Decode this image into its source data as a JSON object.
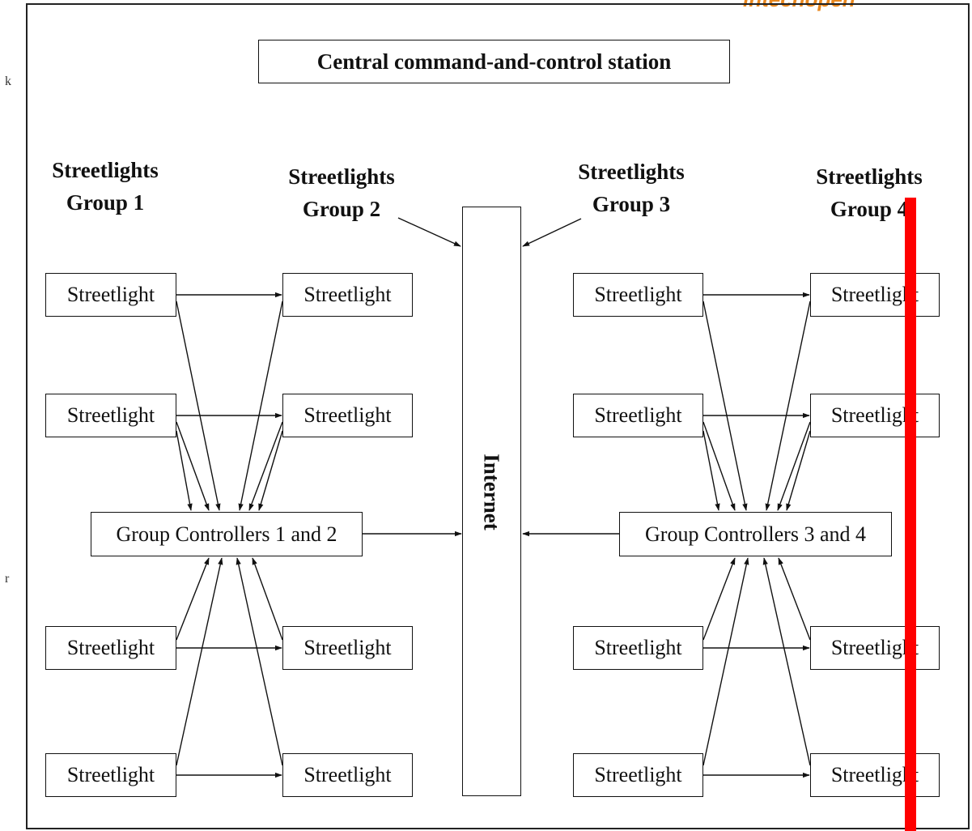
{
  "diagram": {
    "logo_text": "intechopen",
    "margin_glyphs": [
      "k",
      "r"
    ],
    "title": "Central command-and-control station",
    "internet": "Internet",
    "groups": [
      {
        "line1": "Streetlights",
        "line2": "Group 1"
      },
      {
        "line1": "Streetlights",
        "line2": "Group 2"
      },
      {
        "line1": "Streetlights",
        "line2": "Group 3"
      },
      {
        "line1": "Streetlights",
        "line2": "Group 4"
      }
    ],
    "streetlight_label": "Streetlight",
    "controllers": [
      {
        "label": "Group Controllers 1 and 2"
      },
      {
        "label": "Group Controllers 3 and 4"
      }
    ],
    "colors": {
      "line": "#111111",
      "overlay_bar": "#ff0000",
      "logo": "#e8871e"
    }
  }
}
